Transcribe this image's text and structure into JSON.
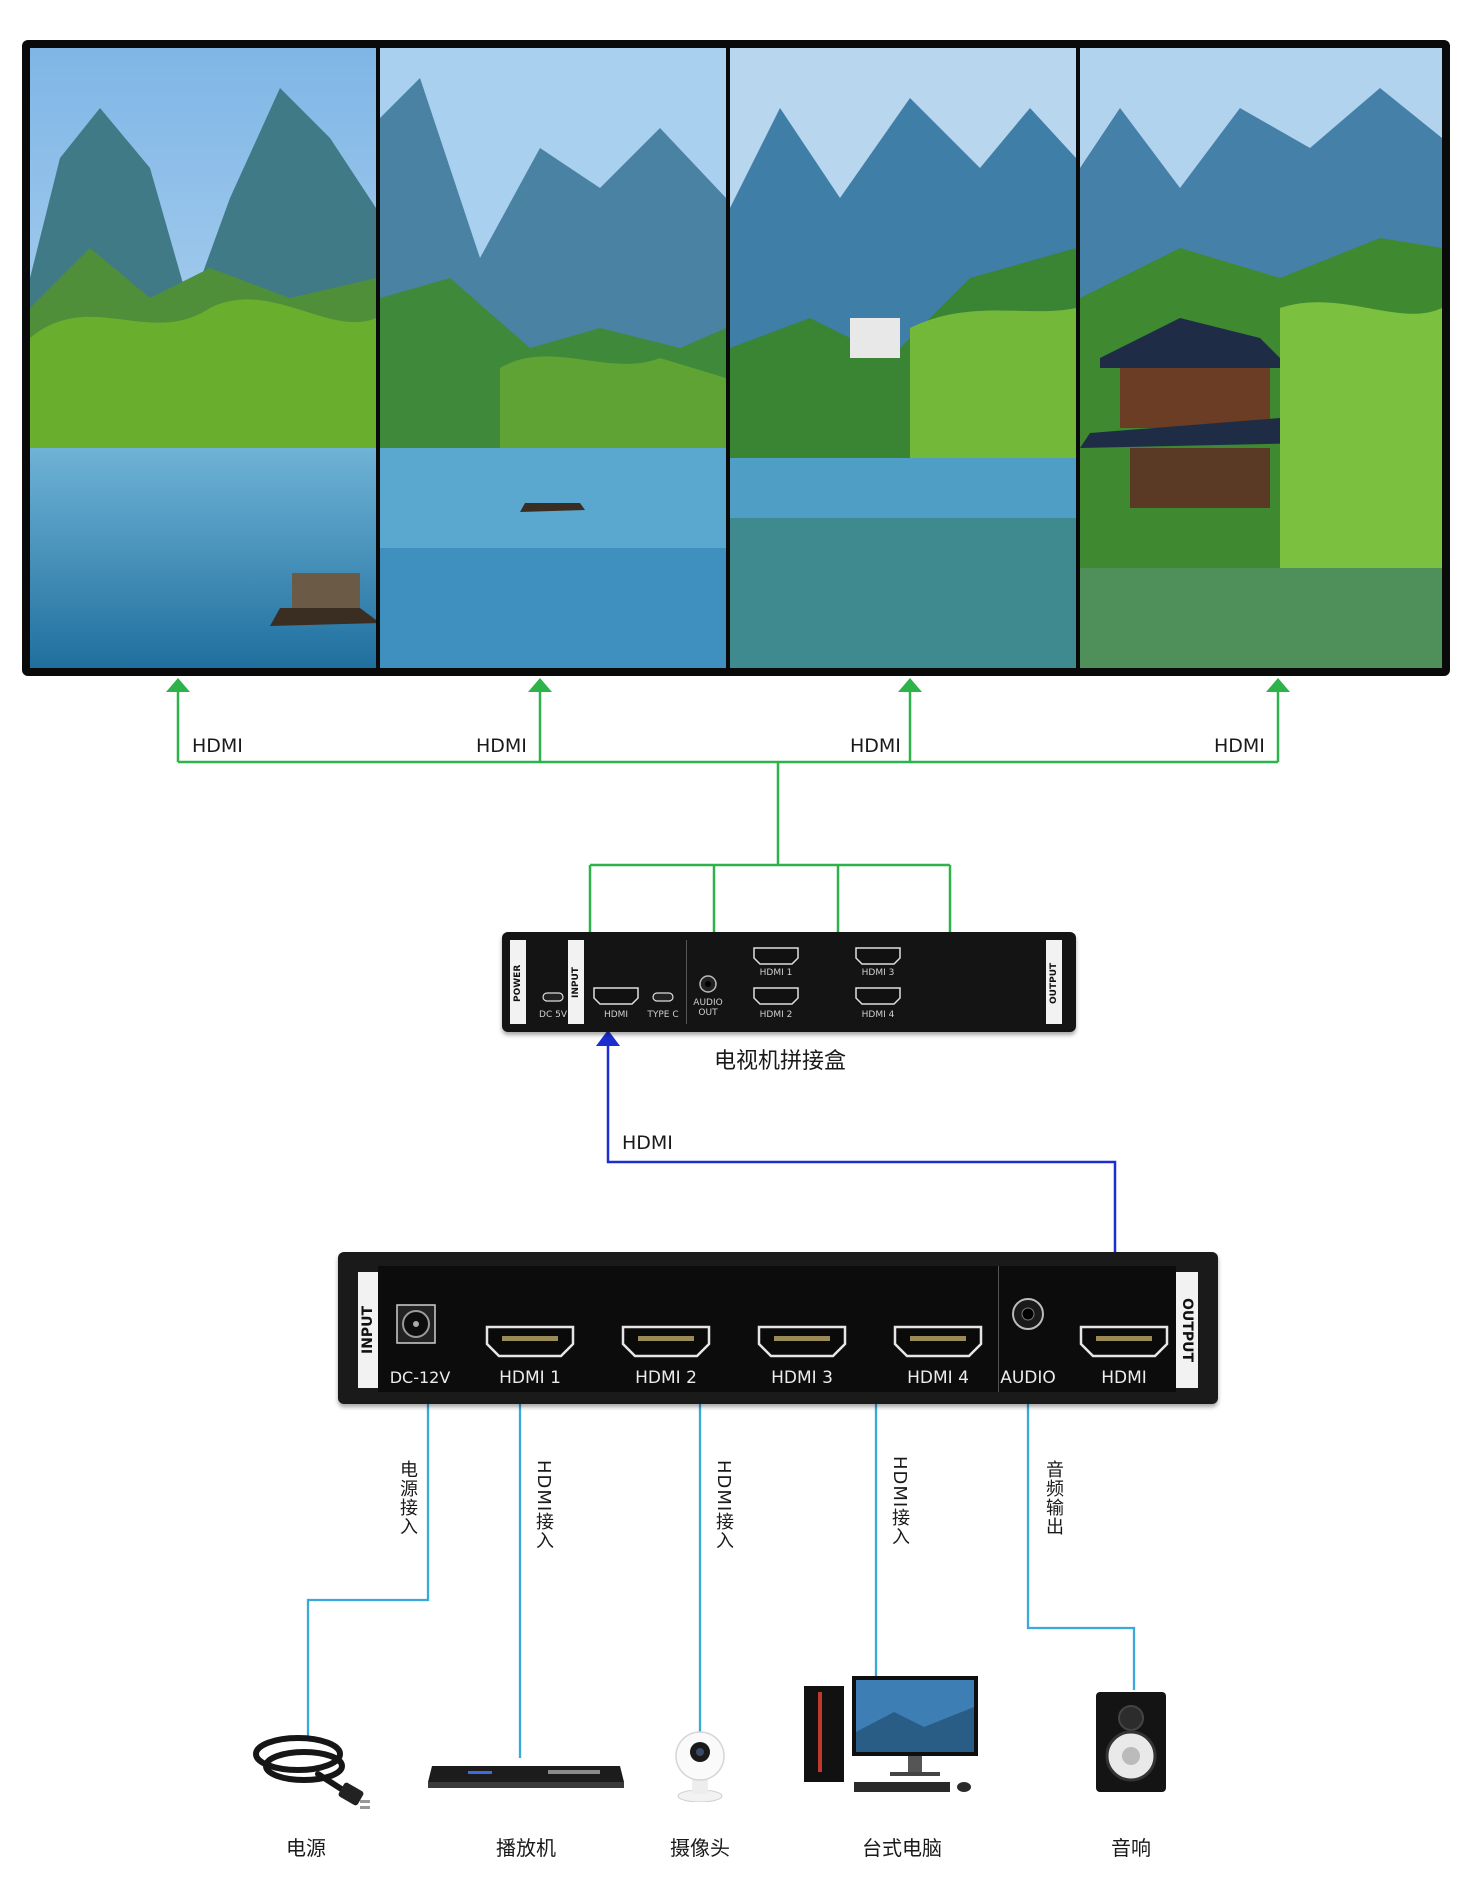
{
  "colors": {
    "output_line": "#2db34a",
    "input_line": "#1b2fd1",
    "device_line": "#39a9dc",
    "bezel": "#0a0a0a"
  },
  "wall": {
    "panels": [
      "panel-1",
      "panel-2",
      "panel-3",
      "panel-4"
    ]
  },
  "outputs": [
    {
      "label": "HDMI"
    },
    {
      "label": "HDMI"
    },
    {
      "label": "HDMI"
    },
    {
      "label": "HDMI"
    }
  ],
  "splicer": {
    "caption": "电视机拼接盒",
    "power": "POWER",
    "input": "INPUT",
    "output": "OUTPUT",
    "dc": "DC 5V",
    "hdmi": "HDMI",
    "typec": "TYPE C",
    "audio_out": "AUDIO OUT",
    "hdmi1": "HDMI 1",
    "hdmi2": "HDMI 2",
    "hdmi3": "HDMI 3",
    "hdmi4": "HDMI 4"
  },
  "link": {
    "label": "HDMI"
  },
  "switch": {
    "input": "INPUT",
    "output": "OUTPUT",
    "dc": "DC-12V",
    "ports": [
      "HDMI 1",
      "HDMI 2",
      "HDMI 3",
      "HDMI 4"
    ],
    "audio": "AUDIO",
    "hdmi_out": "HDMI"
  },
  "connections": [
    "电源接入",
    "HDMI接入",
    "HDMI接入",
    "HDMI接入",
    "音频输出"
  ],
  "devices": [
    "电源",
    "播放机",
    "摄像头",
    "台式电脑",
    "音响"
  ]
}
